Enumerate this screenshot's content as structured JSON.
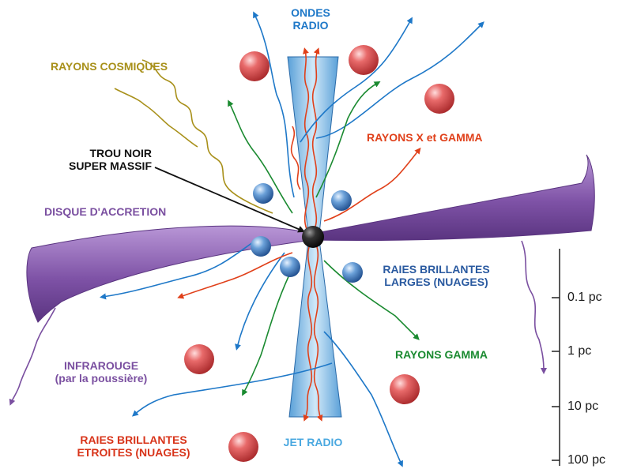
{
  "labels": {
    "radio_waves": [
      "ONDES",
      "RADIO"
    ],
    "cosmic_rays": "RAYONS COSMIQUES",
    "xray_gamma": "RAYONS X et GAMMA",
    "black_hole": [
      "TROU NOIR",
      "SUPER MASSIF"
    ],
    "accretion_disk": "DISQUE D'ACCRETION",
    "broad_lines": [
      "RAIES BRILLANTES",
      "LARGES (NUAGES)"
    ],
    "gamma_rays": "RAYONS GAMMA",
    "infrared": [
      "INFRAROUGE",
      "(par la poussière)"
    ],
    "narrow_lines": [
      "RAIES BRILLANTES",
      "ETROITES (NUAGES)"
    ],
    "radio_jet": "JET RADIO"
  },
  "scale": {
    "ticks": [
      "0.1 pc",
      "1 pc",
      "10 pc",
      "100 pc"
    ]
  },
  "colors": {
    "radio": "#1e78c8",
    "cosmic": "#a8901a",
    "xray": "#e0401a",
    "black": "#111111",
    "disk": "#7a4fa0",
    "broad": "#2a5aa0",
    "gamma": "#1a8a30",
    "infrared": "#7a4fa0",
    "narrow": "#d8341a",
    "jet_label": "#4aa8e0"
  }
}
